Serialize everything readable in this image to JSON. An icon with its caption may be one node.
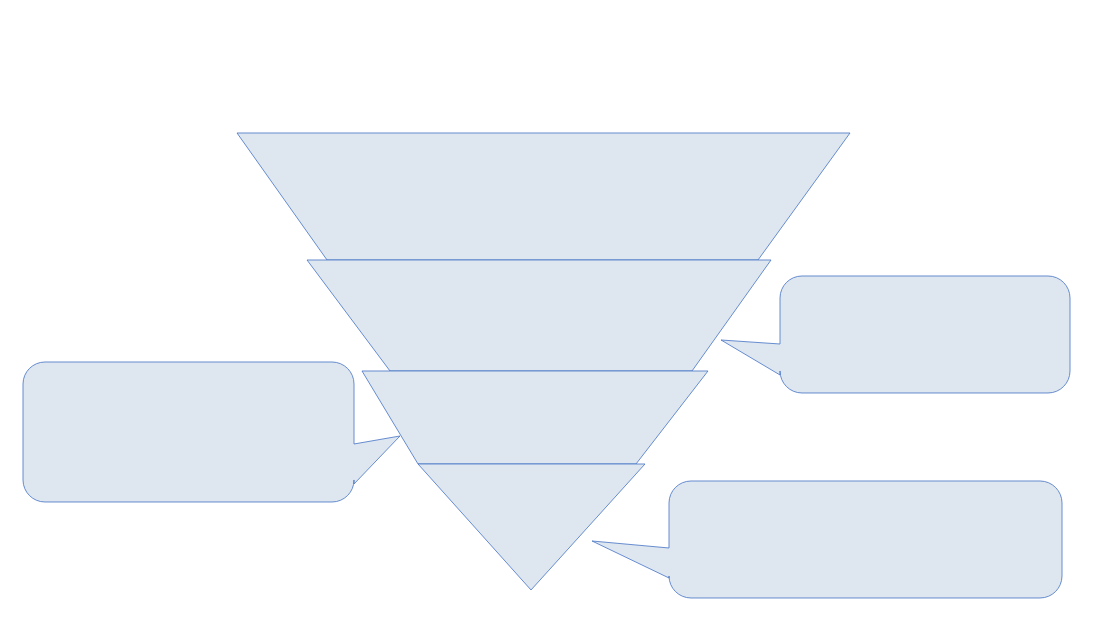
{
  "diagram": {
    "nodes": [
      {
        "text": [],
        "shape": "trapezoid"
      },
      {
        "text": [],
        "shape": "trapezoid"
      },
      {
        "text": [],
        "shape": "trapezoid"
      },
      {
        "text": [],
        "shape": "triangle"
      },
      {
        "text": [],
        "shape": "callout"
      },
      {
        "text": [],
        "shape": "callout"
      },
      {
        "text": [],
        "shape": "callout"
      }
    ]
  }
}
